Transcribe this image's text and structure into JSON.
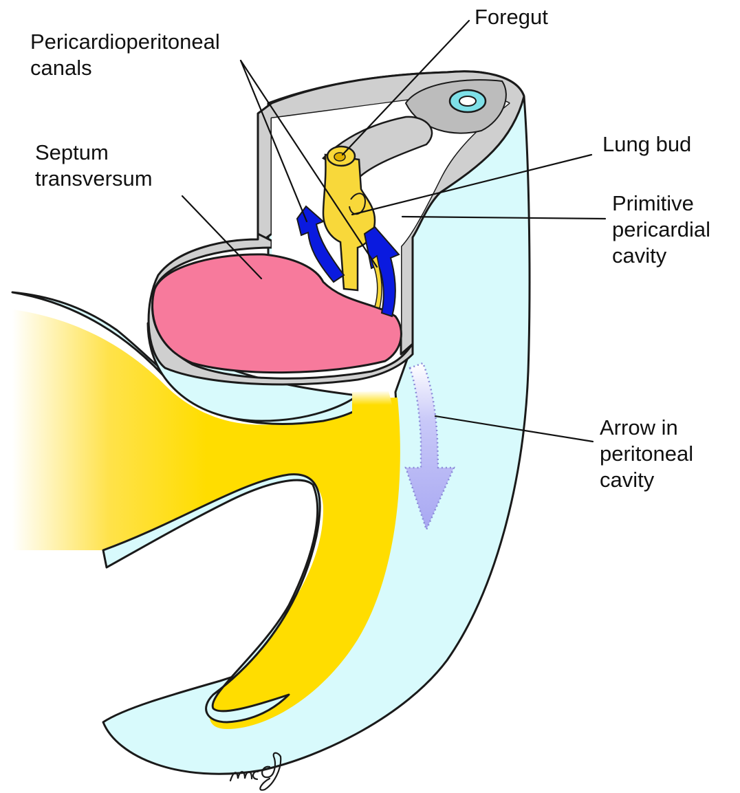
{
  "labels": {
    "foregut": "Foregut",
    "pericardioperitoneal_line1": "Pericardioperitoneal",
    "pericardioperitoneal_line2": "canals",
    "septum_line1": "Septum",
    "septum_line2": "transversum",
    "lung_bud": "Lung bud",
    "primitive_line1": "Primitive",
    "primitive_line2": "pericardial",
    "primitive_line3": "cavity",
    "arrow_line1": "Arrow in",
    "arrow_line2": "peritoneal",
    "arrow_line3": "cavity"
  },
  "signature": "mcg",
  "colors": {
    "body_cavity": "#d8fafc",
    "yoke_yellow": "#ffdd00",
    "septum_pink": "#f77a9c",
    "wall_gray": "#cfcfcf",
    "canal_arrows_blue": "#0a1adf",
    "peritoneal_arrow": "#b3b3f5",
    "lung_yellow": "#f8d83a"
  }
}
